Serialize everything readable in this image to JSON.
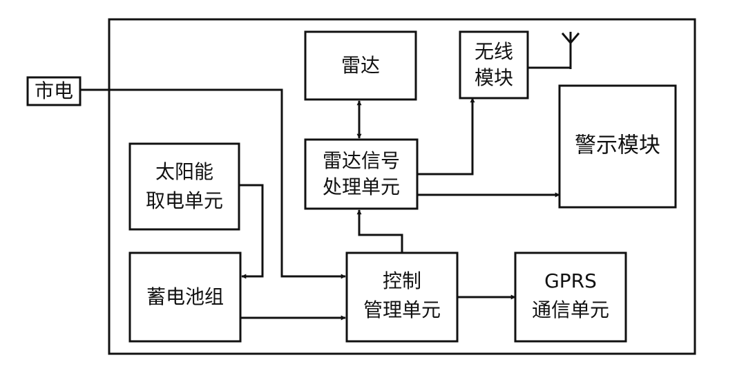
{
  "diagram": {
    "mains": "市电",
    "radar": "雷达",
    "wireless": {
      "line1": "无线",
      "line2": "模块"
    },
    "radar_processing": {
      "line1": "雷达信号",
      "line2": "处理单元"
    },
    "warning_module": "警示模块",
    "solar_unit": {
      "line1": "太阳能",
      "line2": "取电单元"
    },
    "battery_pack": "蓄电池组",
    "control_unit": {
      "line1": "控制",
      "line2": "管理单元"
    },
    "gprs_unit": {
      "line1": "GPRS",
      "line2": "通信单元"
    }
  }
}
